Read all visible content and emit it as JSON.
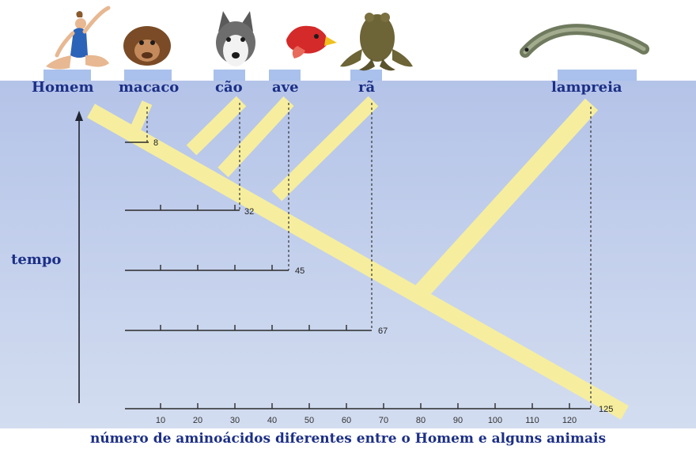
{
  "animals": [
    {
      "name": "Homem",
      "icon": "human-figure-icon",
      "value": 0
    },
    {
      "name": "macaco",
      "icon": "monkey-head-icon",
      "value": 8
    },
    {
      "name": "cão",
      "icon": "dog-head-icon",
      "value": 32
    },
    {
      "name": "ave",
      "icon": "bird-head-icon",
      "value": 45
    },
    {
      "name": "rã",
      "icon": "frog-icon",
      "value": 67
    },
    {
      "name": "lampreia",
      "icon": "lamprey-icon",
      "value": 125
    }
  ],
  "axis_label": "tempo",
  "x_ticks": [
    "10",
    "20",
    "30",
    "40",
    "50",
    "60",
    "70",
    "80",
    "90",
    "100",
    "110",
    "120"
  ],
  "caption": "número de aminoácidos diferentes entre o Homem e alguns animais",
  "colors": {
    "sky": "#ffffff",
    "panel_top": "#b7c5e8",
    "panel_bottom": "#cdd8ee",
    "branch": "#f6ee9e",
    "label": "#1c2f86",
    "label_bg": "#a9c1ec"
  }
}
